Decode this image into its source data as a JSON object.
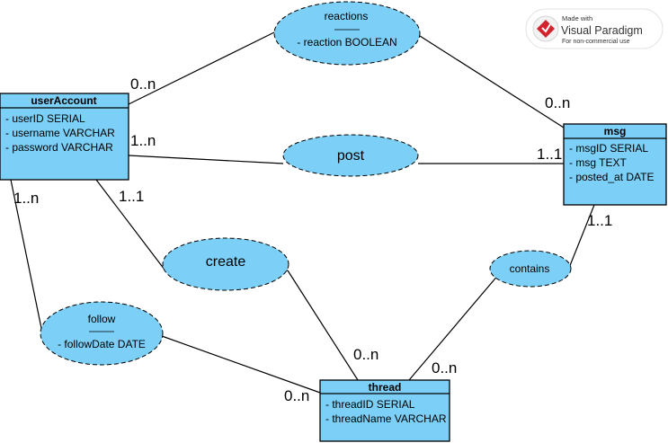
{
  "entities": {
    "userAccount": {
      "title": "userAccount",
      "attrs": [
        "- userID SERIAL",
        "- username VARCHAR",
        "- password VARCHAR"
      ]
    },
    "msg": {
      "title": "msg",
      "attrs": [
        "- msgID SERIAL",
        "- msg TEXT",
        "- posted_at DATE"
      ]
    },
    "thread": {
      "title": "thread",
      "attrs": [
        "- threadID SERIAL",
        "- threadName VARCHAR"
      ]
    }
  },
  "relationships": {
    "reactions": {
      "name": "reactions",
      "attr": "- reaction BOOLEAN"
    },
    "post": {
      "name": "post"
    },
    "create": {
      "name": "create"
    },
    "contains": {
      "name": "contains"
    },
    "follow": {
      "name": "follow",
      "attr": "- followDate DATE"
    }
  },
  "cardinalities": {
    "reactions_user": "0..n",
    "reactions_msg": "0..n",
    "post_user": "1..n",
    "post_msg": "1..1",
    "create_user": "1..1",
    "create_thread": "0..n",
    "contains_msg": "1..1",
    "contains_thread": "0..n",
    "follow_user": "1..n",
    "follow_thread": "0..n"
  },
  "watermark": {
    "made_with": "Made with",
    "brand": "Visual Paradigm",
    "note": "For non-commercial use"
  }
}
